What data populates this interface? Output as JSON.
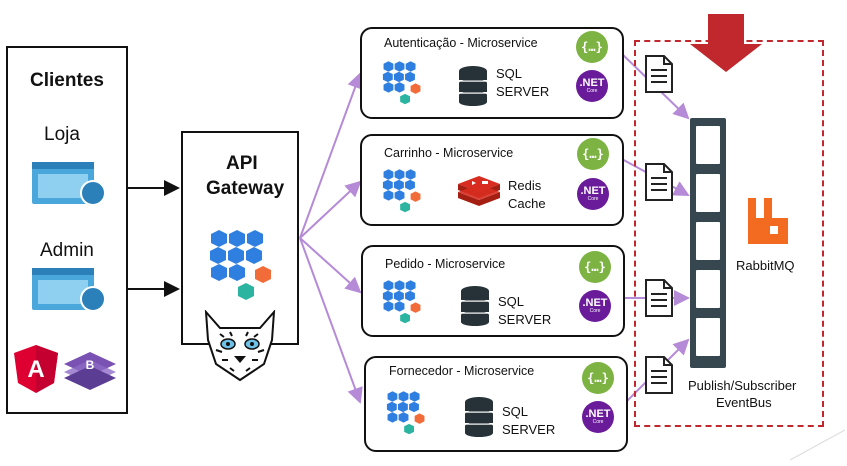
{
  "clients": {
    "title": "Clientes",
    "loja": "Loja",
    "admin": "Admin"
  },
  "gateway": {
    "line1": "API",
    "line2": "Gateway"
  },
  "services": [
    {
      "name": "Autenticação - Microservice",
      "db_line1": "SQL",
      "db_line2": "SERVER"
    },
    {
      "name": "Carrinho - Microservice",
      "db_line1": "Redis",
      "db_line2": "Cache"
    },
    {
      "name": "Pedido - Microservice",
      "db_line1": "SQL",
      "db_line2": "SERVER"
    },
    {
      "name": "Fornecedor - Microservice",
      "db_line1": "SQL",
      "db_line2": "SERVER"
    }
  ],
  "badges": {
    "json": "{…}",
    "net": ".NET",
    "net_sub": "Core"
  },
  "bus": {
    "broker": "RabbitMQ",
    "caption_line1": "Publish/Subscriber",
    "caption_line2": "EventBus"
  },
  "colors": {
    "connector": "#b58ad6",
    "hex_blue": "#2f7fe0",
    "hex_teal": "#2bb5a0",
    "hex_orange": "#f26c3a",
    "rabbit": "#f26b21",
    "dashed_border": "#c0282d",
    "arrow": "#c0282d"
  }
}
